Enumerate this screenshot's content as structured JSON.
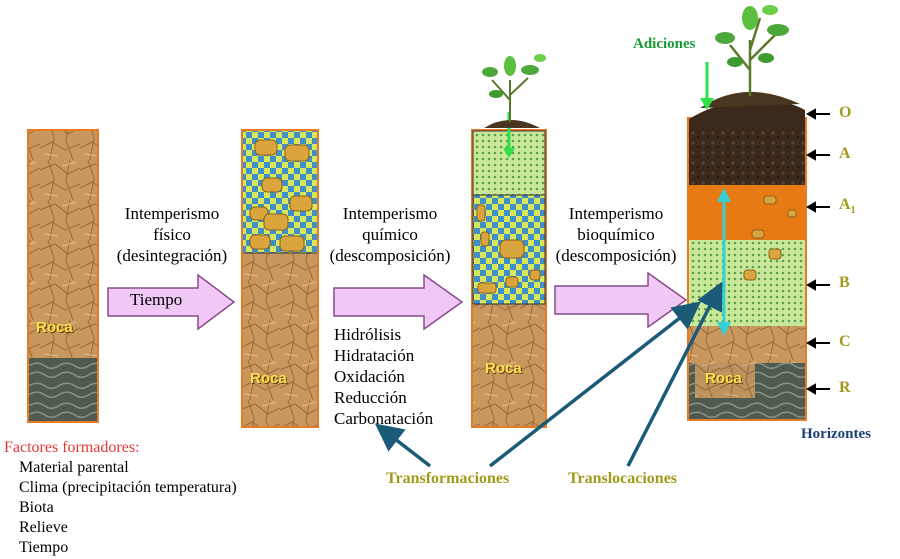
{
  "stages": [
    {
      "rock_label": "Roca"
    },
    {
      "rock_label": "Roca"
    },
    {
      "rock_label": "Roca"
    },
    {
      "rock_label": "Roca"
    }
  ],
  "processes": [
    {
      "line1": "Intemperismo",
      "line2": "físico",
      "line3": "(desintegración)"
    },
    {
      "line1": "Intemperismo",
      "line2": "químico",
      "line3": "(descomposición)"
    },
    {
      "line1": "Intemperismo",
      "line2": "bioquímico",
      "line3": "(descomposición)"
    }
  ],
  "arrow_label": "Tiempo",
  "chemical_processes": [
    "Hidrólisis",
    "Hidratación",
    "Oxidación",
    "Reducción",
    "Carbonatación"
  ],
  "factors": {
    "title": "Factores formadores:",
    "items": [
      "Material parental",
      "Clima (precipitación temperatura)",
      "Biota",
      "Relieve",
      "Tiempo"
    ]
  },
  "bottom_labels": {
    "transformations": "Transformaciones",
    "translocations": "Translocaciones"
  },
  "additions_label": "Adiciones",
  "horizons_label": "Horizontes",
  "horizons": [
    {
      "name": "O"
    },
    {
      "name": "A"
    },
    {
      "name": "A",
      "subscript": "1"
    },
    {
      "name": "B"
    },
    {
      "name": "C"
    },
    {
      "name": "R"
    }
  ],
  "colors": {
    "column_border": "#e87a26",
    "rock": "#c7975e",
    "bedrock": "#4e5b4e",
    "checker_blue": "#3f8fc9",
    "checker_yellow": "#d7e65a",
    "horizon_a1": "#e87a14",
    "humus": "#3b2a1c",
    "arrow_fill": "#f0c8f5",
    "arrow_stroke": "#8a4a8f",
    "cyan": "#33d1d8",
    "green": "#2ee04a",
    "teal": "#1b5b78"
  }
}
